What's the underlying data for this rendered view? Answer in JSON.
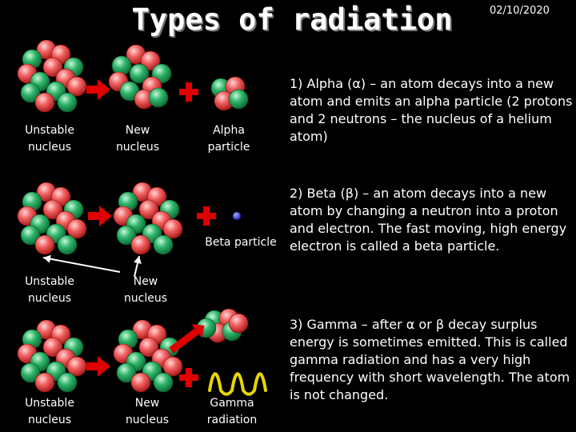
{
  "slide": {
    "title": "Types of radiation",
    "date": "02/10/2020"
  },
  "labels": {
    "row1": {
      "unstable": "Unstable nucleus",
      "new": "New nucleus",
      "particle": "Alpha particle"
    },
    "row2": {
      "unstable": "Unstable nucleus",
      "new": "New nucleus",
      "particle": "Beta particle"
    },
    "row3": {
      "unstable": "Unstable nucleus",
      "new": "New nucleus",
      "particle": "Gamma radiation"
    }
  },
  "descriptions": {
    "alpha": "1)  Alpha (α) – an atom decays into a new atom and emits an alpha particle (2 protons and 2 neutrons – the nucleus of a helium atom)",
    "beta": "2)  Beta (β) – an atom decays into a new atom by changing a neutron into a proton and electron.  The fast moving, high energy electron is called a beta particle.",
    "gamma": "3)  Gamma – after α or β decay surplus energy is sometimes emitted. This is called gamma radiation and has a very high frequency with short wavelength.  The atom is not changed."
  },
  "colors": {
    "background": "#000000",
    "proton": "#e23a3a",
    "neutron": "#1f9f57",
    "arrow": "#e00000",
    "electron": "#1f2fd0",
    "gamma_wave": "#e8d600",
    "pointer": "#ffffff"
  },
  "icons": {
    "decay_arrow": "right-arrow-icon",
    "plus": "plus-icon",
    "electron": "electron-dot",
    "gamma": "gamma-wave-icon"
  }
}
